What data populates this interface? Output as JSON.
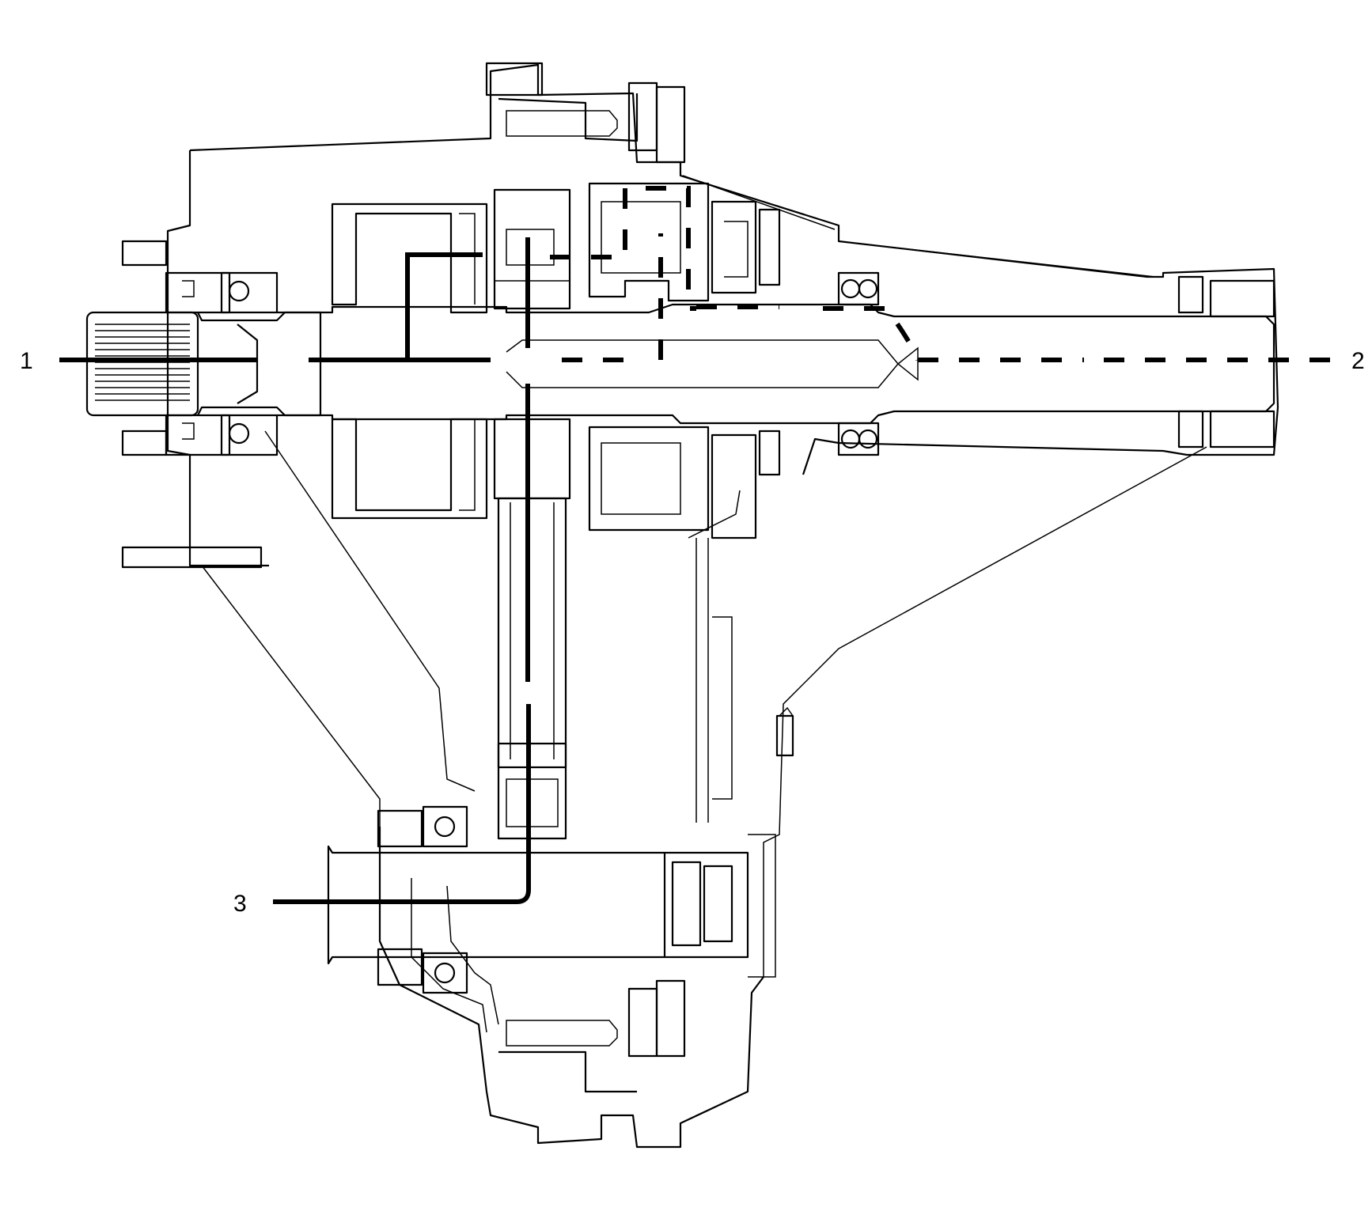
{
  "diagram": {
    "callouts": [
      {
        "id": "1",
        "text": "1"
      },
      {
        "id": "2",
        "text": "2"
      },
      {
        "id": "3",
        "text": "3"
      }
    ],
    "colors": {
      "line": "#000000",
      "background": "#ffffff"
    }
  }
}
